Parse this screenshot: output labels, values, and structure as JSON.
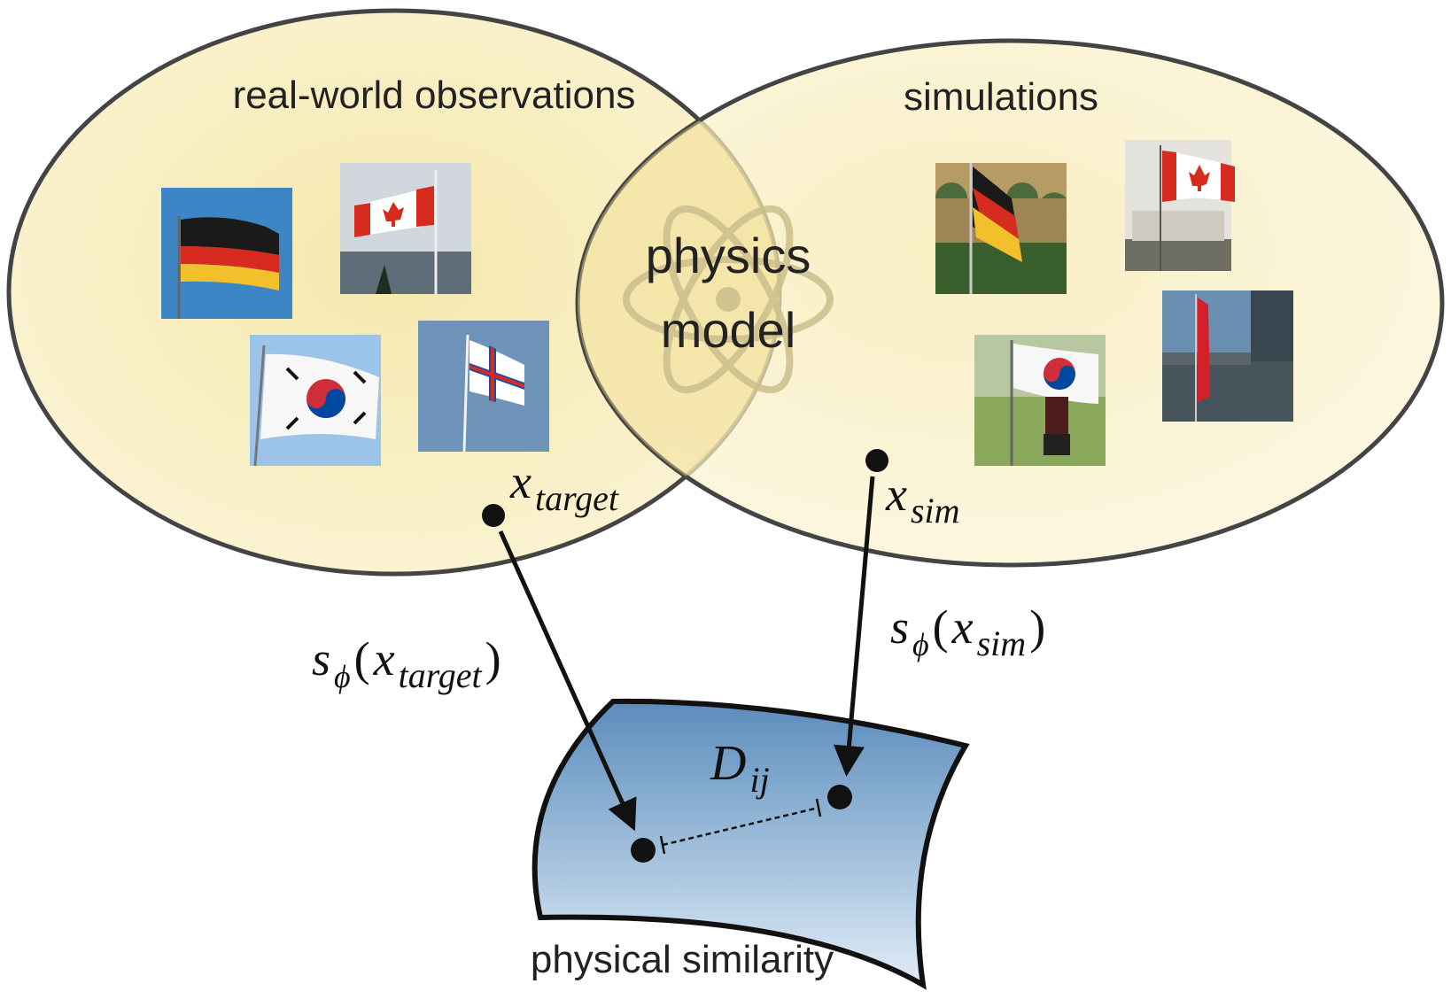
{
  "left_set": {
    "label": "real-world observations"
  },
  "right_set": {
    "label": "simulations"
  },
  "intersection": {
    "line1": "physics",
    "line2": "model",
    "icon": "atom-icon"
  },
  "points": {
    "target": {
      "var": "x",
      "sub": "target"
    },
    "sim": {
      "var": "x",
      "sub": "sim"
    }
  },
  "mappings": {
    "target": {
      "fn": "s",
      "fn_sub": "ϕ",
      "open": "(",
      "var": "x",
      "var_sub": "target",
      "close": ")"
    },
    "sim": {
      "fn": "s",
      "fn_sub": "ϕ",
      "open": "(",
      "var": "x",
      "var_sub": "sim",
      "close": ")"
    }
  },
  "distance": {
    "var": "D",
    "sub": "ij"
  },
  "surface": {
    "label": "physical similarity"
  },
  "images": {
    "real": [
      "germany-flag-photo",
      "canada-flag-photo",
      "south-korea-flag-photo",
      "faroe-islands-flag-photo"
    ],
    "sim": [
      "germany-flag-simulation",
      "canada-flag-simulation",
      "south-korea-flag-simulation",
      "turkey-flag-simulation"
    ]
  },
  "colors": {
    "ellipse_fill": "#f7e9b0",
    "ellipse_stroke": "#444444",
    "surface_top": "#5b8dbd",
    "surface_bottom": "#dce9f5",
    "ink": "#111111"
  }
}
